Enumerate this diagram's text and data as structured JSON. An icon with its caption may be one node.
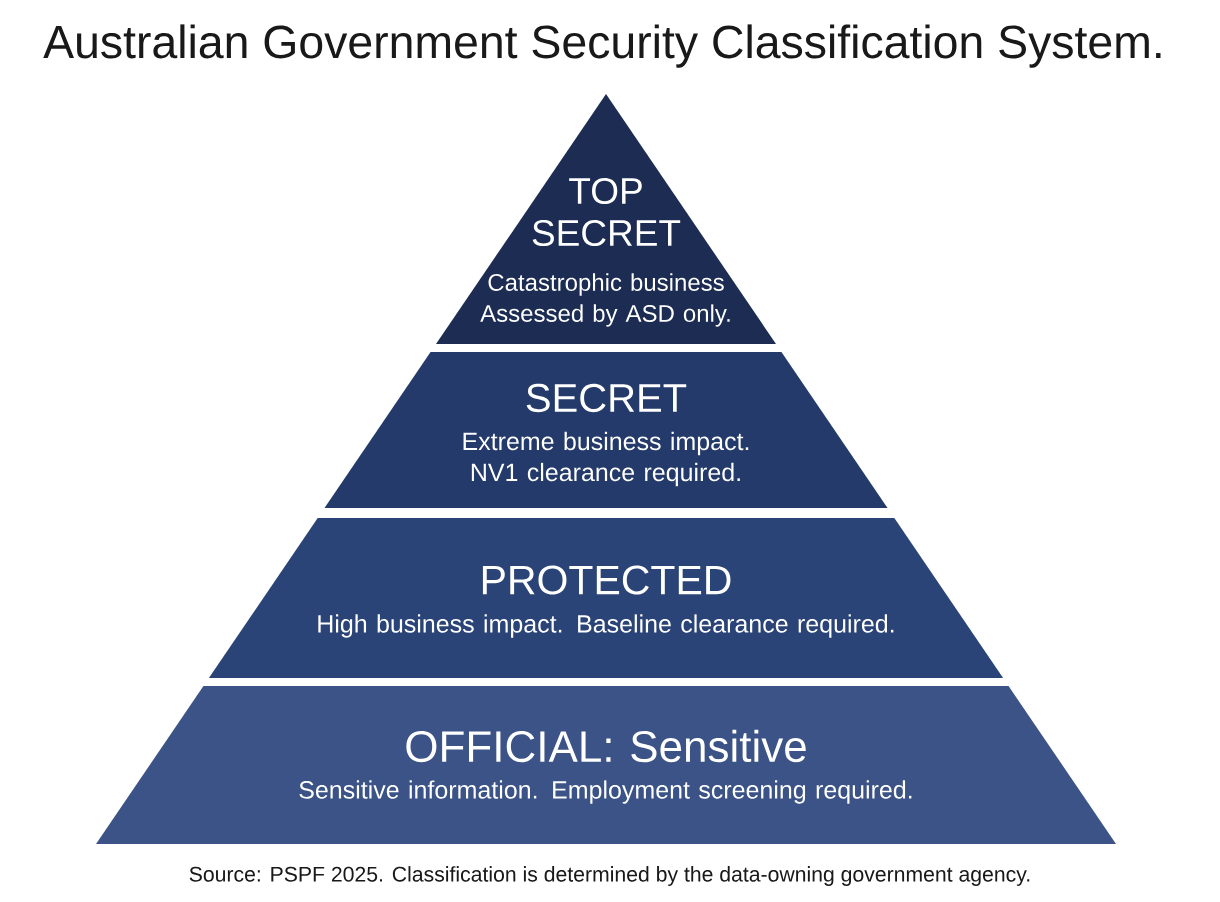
{
  "diagram": {
    "title": "Australian Government Security Classification System.",
    "caption": "Source: PSPF 2025. Classification is determined by the data-owning government agency.",
    "nodes": [
      {
        "text": [
          "TOP SECRET",
          "Catastrophic business Assessed by ASD only."
        ]
      },
      {
        "text": [
          "SECRET",
          "Extreme business impact. NV1 clearance required."
        ]
      },
      {
        "text": [
          "PROTECTED",
          "High business impact. Baseline clearance required."
        ]
      },
      {
        "text": [
          "OFFICIAL: Sensitive",
          "Sensitive information. Employment screening required."
        ]
      }
    ]
  }
}
